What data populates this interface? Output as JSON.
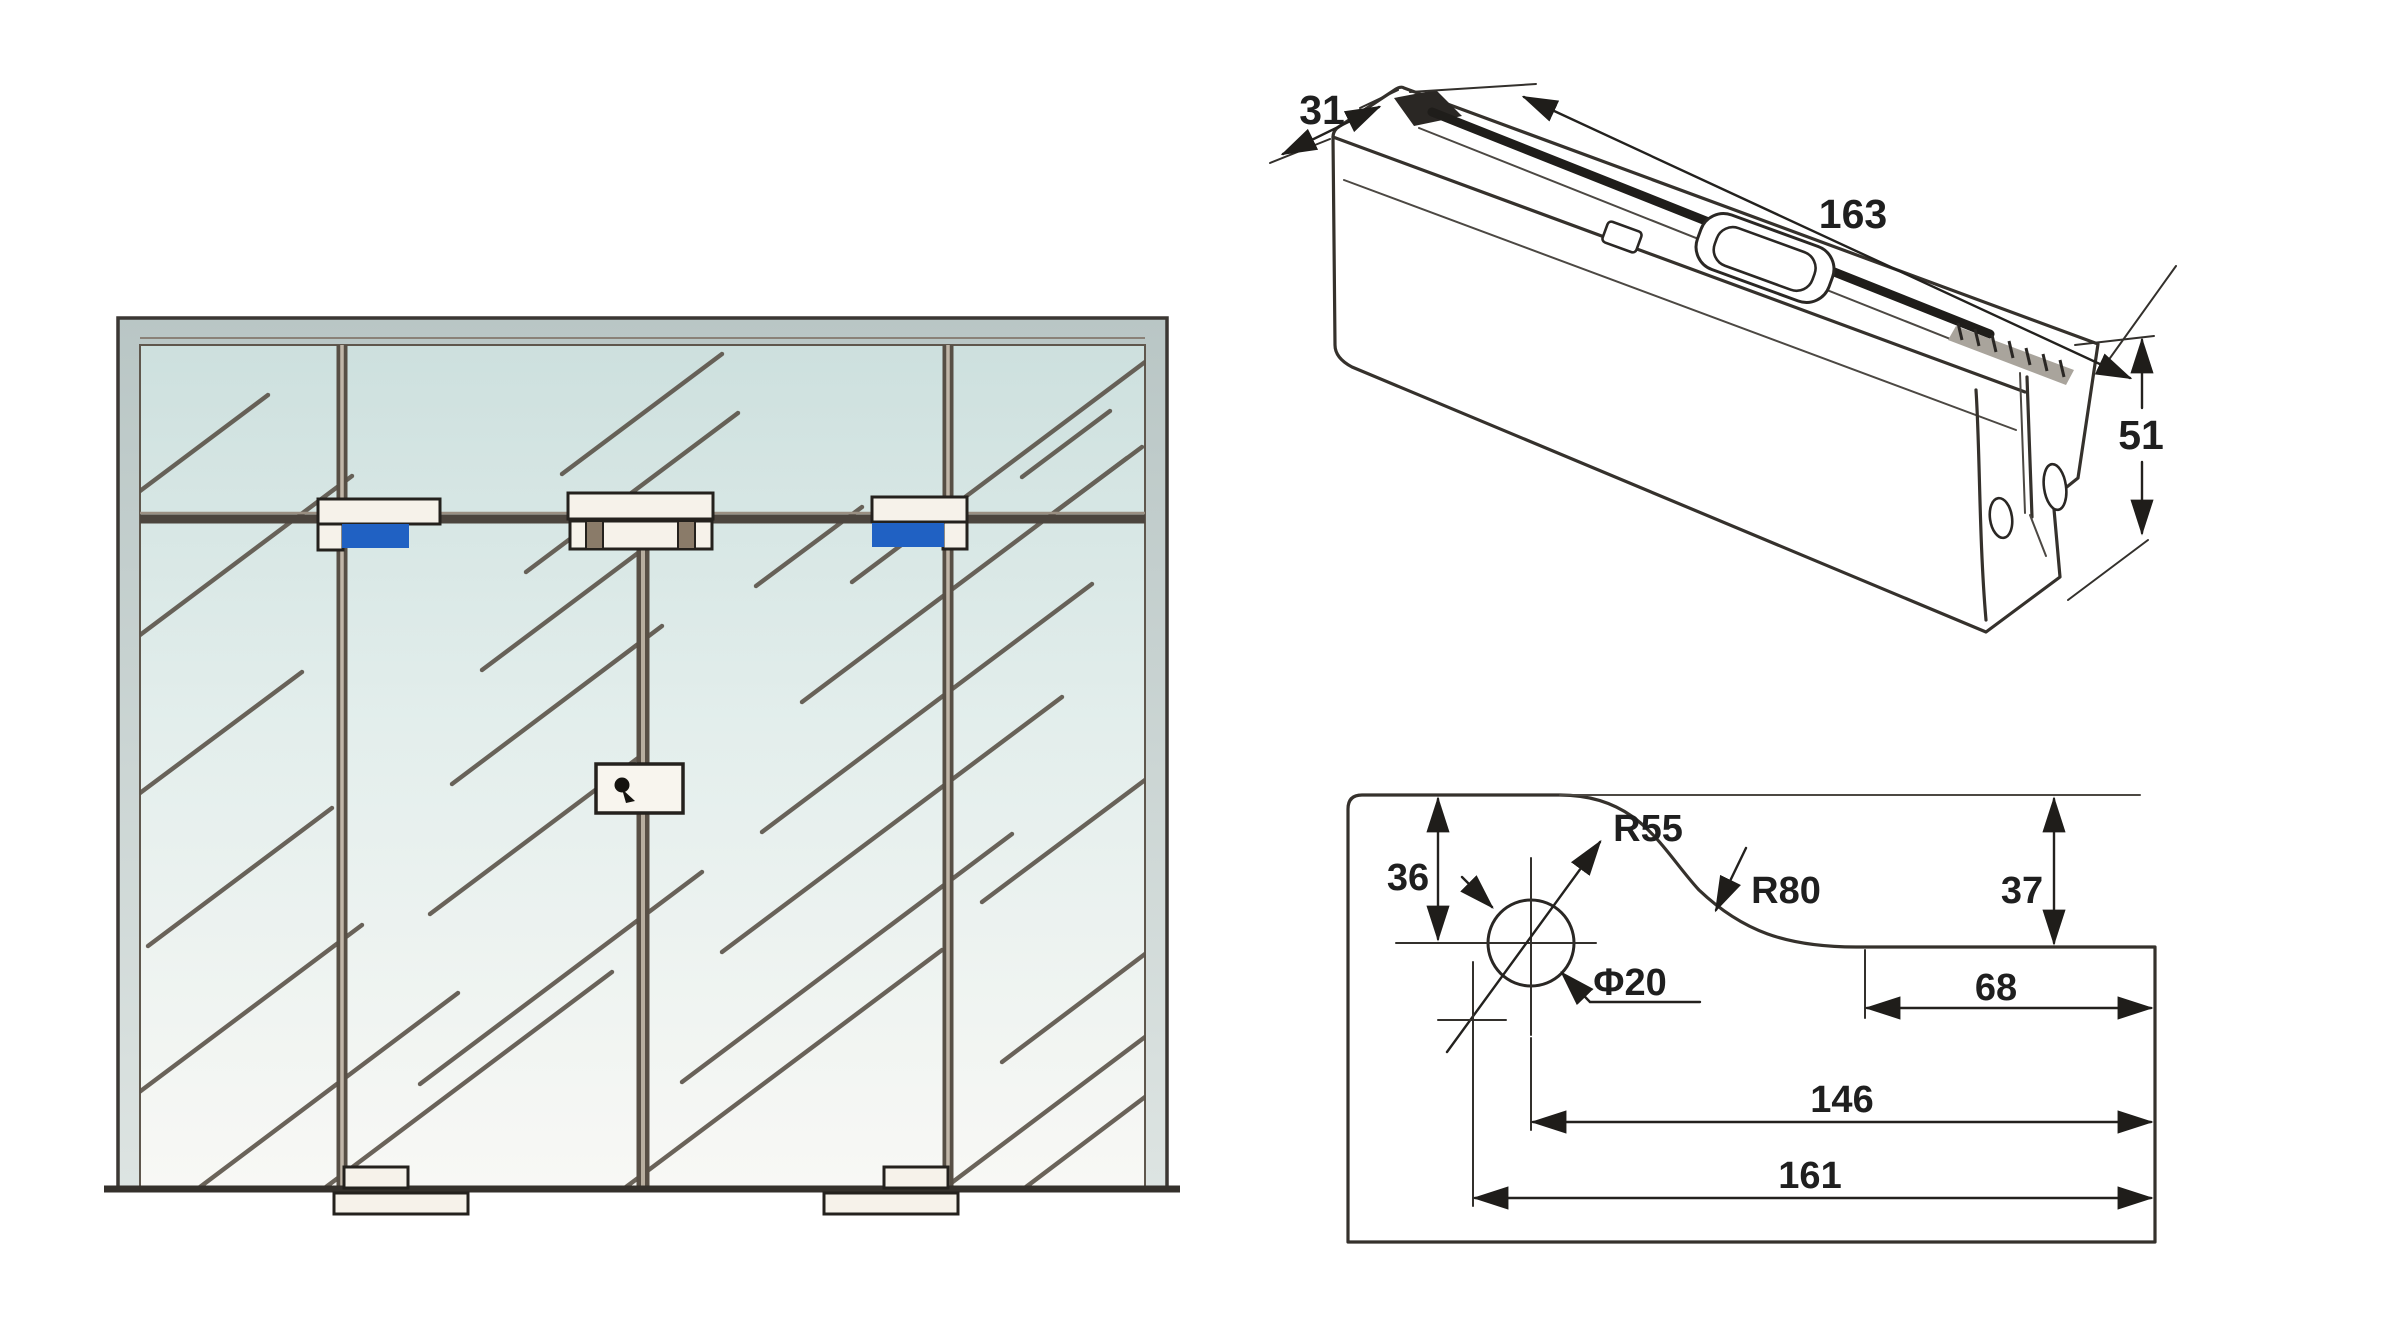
{
  "drawing": {
    "elevation": {
      "description": "double glass door storefront with highlighted top patch fittings",
      "highlight_color": "#2061c3"
    },
    "isometric": {
      "dim_depth": "31",
      "dim_length": "163",
      "dim_height": "51"
    },
    "profile": {
      "dim_radius_upper": "R55",
      "dim_radius_lower": "R80",
      "dim_hole": "Φ20",
      "dim_hole_height": "36",
      "dim_step_height": "37",
      "dim_step_width": "68",
      "dim_hole_to_edge": "146",
      "dim_overall": "161"
    }
  }
}
